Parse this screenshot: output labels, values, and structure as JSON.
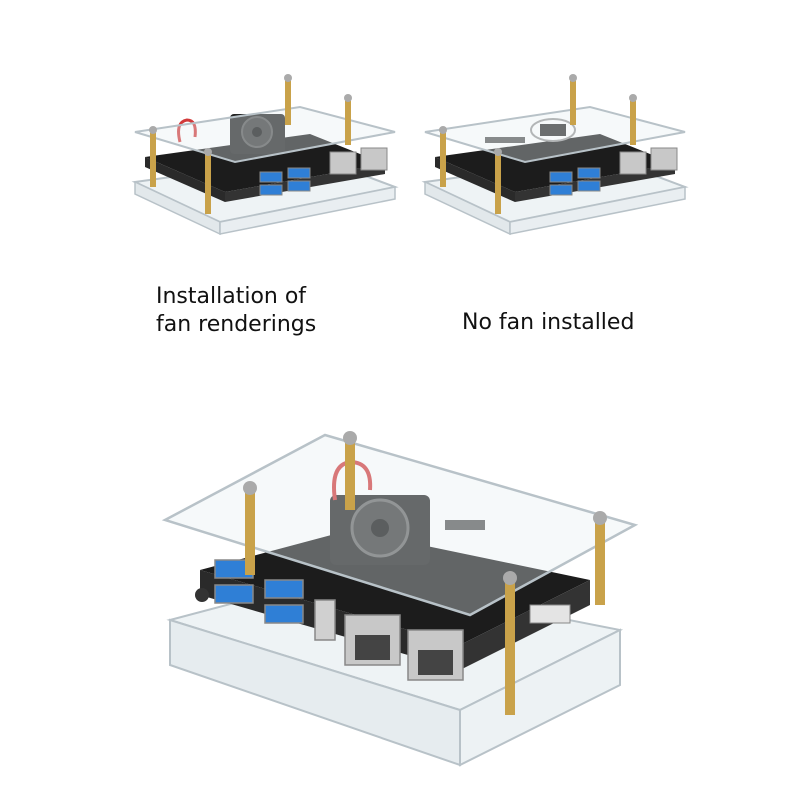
{
  "captions": {
    "with_fan_line1": "Installation of",
    "with_fan_line2": "fan renderings",
    "no_fan": "No fan installed"
  },
  "colors": {
    "acrylic_edge": "#b8c2c8",
    "board": "#1c1c1c",
    "usb_blue": "#2f7fd6",
    "brass": "#c9a24a",
    "fan": "#222222",
    "metal": "#c8c8c8",
    "wire_red": "#d23a3a",
    "caption": "#111111"
  },
  "icons": [
    "case-with-fan-image",
    "case-without-fan-image",
    "case-large-with-fan-image"
  ]
}
